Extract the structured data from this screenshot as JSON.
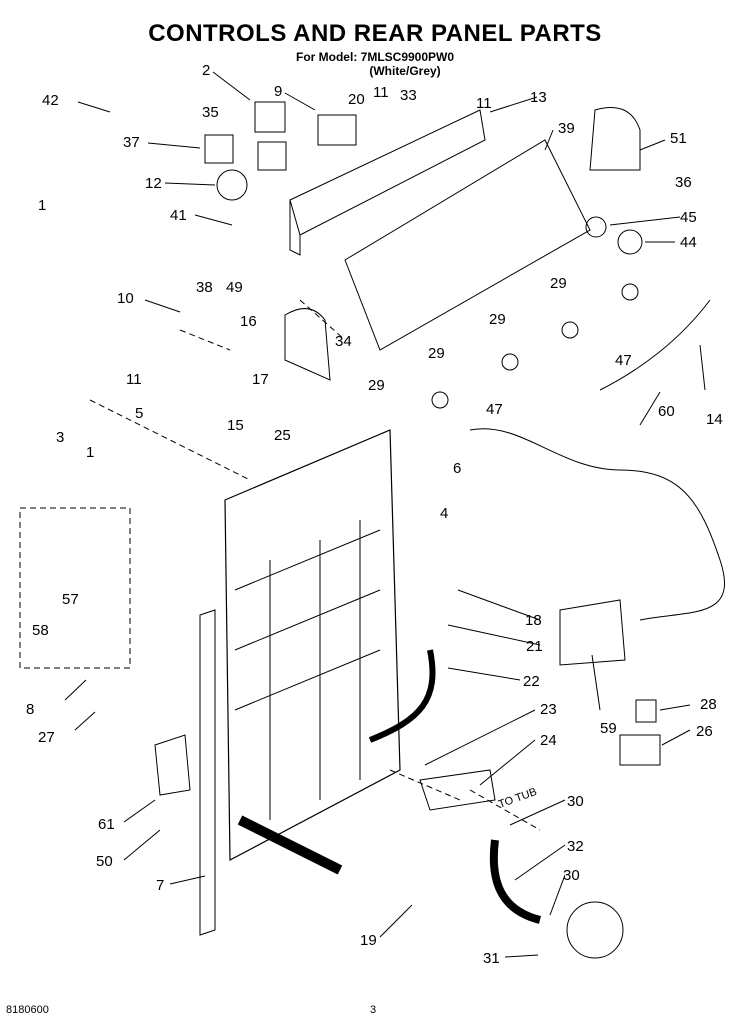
{
  "title": "CONTROLS AND REAR PANEL PARTS",
  "model_line": "For Model: 7MLSC9900PW0",
  "color_line": "(White/Grey)",
  "tub_label": "TO TUB",
  "document_number": "8180600",
  "page_number": "3",
  "callouts": [
    "42",
    "2",
    "9",
    "20",
    "11",
    "33",
    "11",
    "13",
    "39",
    "51",
    "37",
    "35",
    "12",
    "1",
    "41",
    "38",
    "49",
    "10",
    "16",
    "11",
    "34",
    "5",
    "3",
    "1",
    "17",
    "15",
    "25",
    "6",
    "36",
    "45",
    "44",
    "29",
    "29",
    "29",
    "29",
    "47",
    "47",
    "14",
    "60",
    "4",
    "57",
    "58",
    "8",
    "27",
    "61",
    "50",
    "7",
    "19",
    "18",
    "21",
    "22",
    "23",
    "24",
    "30",
    "32",
    "30",
    "31",
    "59",
    "28",
    "26"
  ]
}
